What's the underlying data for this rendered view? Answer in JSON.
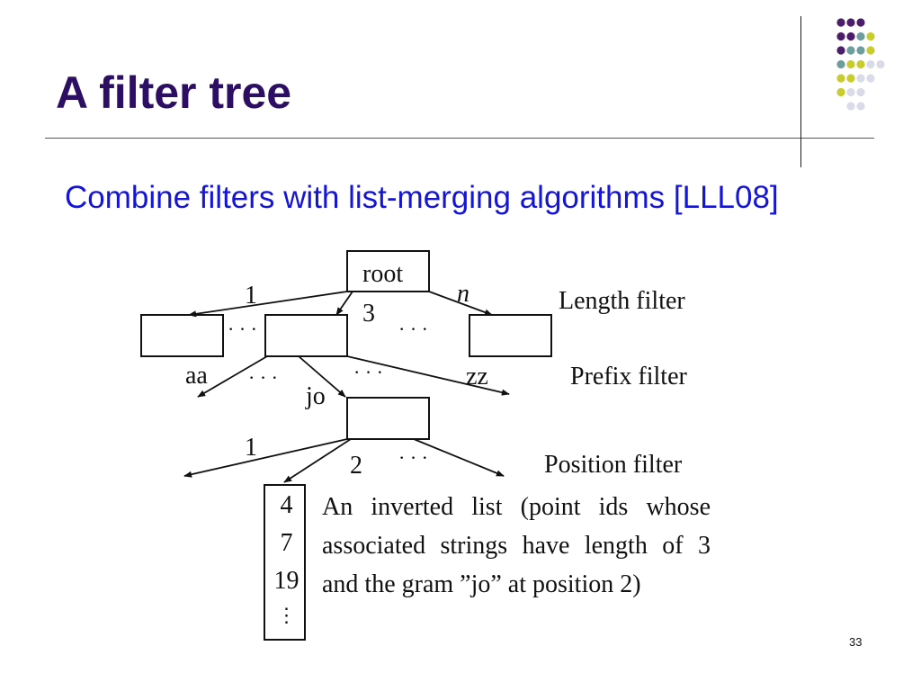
{
  "slide": {
    "title": "A filter tree",
    "subtitle": "Combine filters with list-merging algorithms [LLL08]",
    "page_number": "33"
  },
  "diagram": {
    "root_label": "root",
    "edge_labels": {
      "length_first": "1",
      "length_mid": "3",
      "length_last": "n",
      "prefix_first": "aa",
      "prefix_mid": "jo",
      "prefix_last": "zz",
      "position_first": "1",
      "position_mid": "2"
    },
    "ellipsis": "· · ·",
    "filters": [
      "Length filter",
      "Prefix filter",
      "Position filter"
    ],
    "inverted_list": [
      "4",
      "7",
      "19",
      "⋮"
    ],
    "description": "An inverted list (point ids whose associated strings have length of 3 and the gram ”jo” at position 2)"
  },
  "colors": {
    "title": "#2c0f63",
    "subtitle": "#1515d8",
    "rule": "#a0334a",
    "dot_purple": "#4b1d6b",
    "dot_teal": "#6f9c9c",
    "dot_yellow": "#c9cc2e",
    "dot_light": "#d9dbe9"
  }
}
